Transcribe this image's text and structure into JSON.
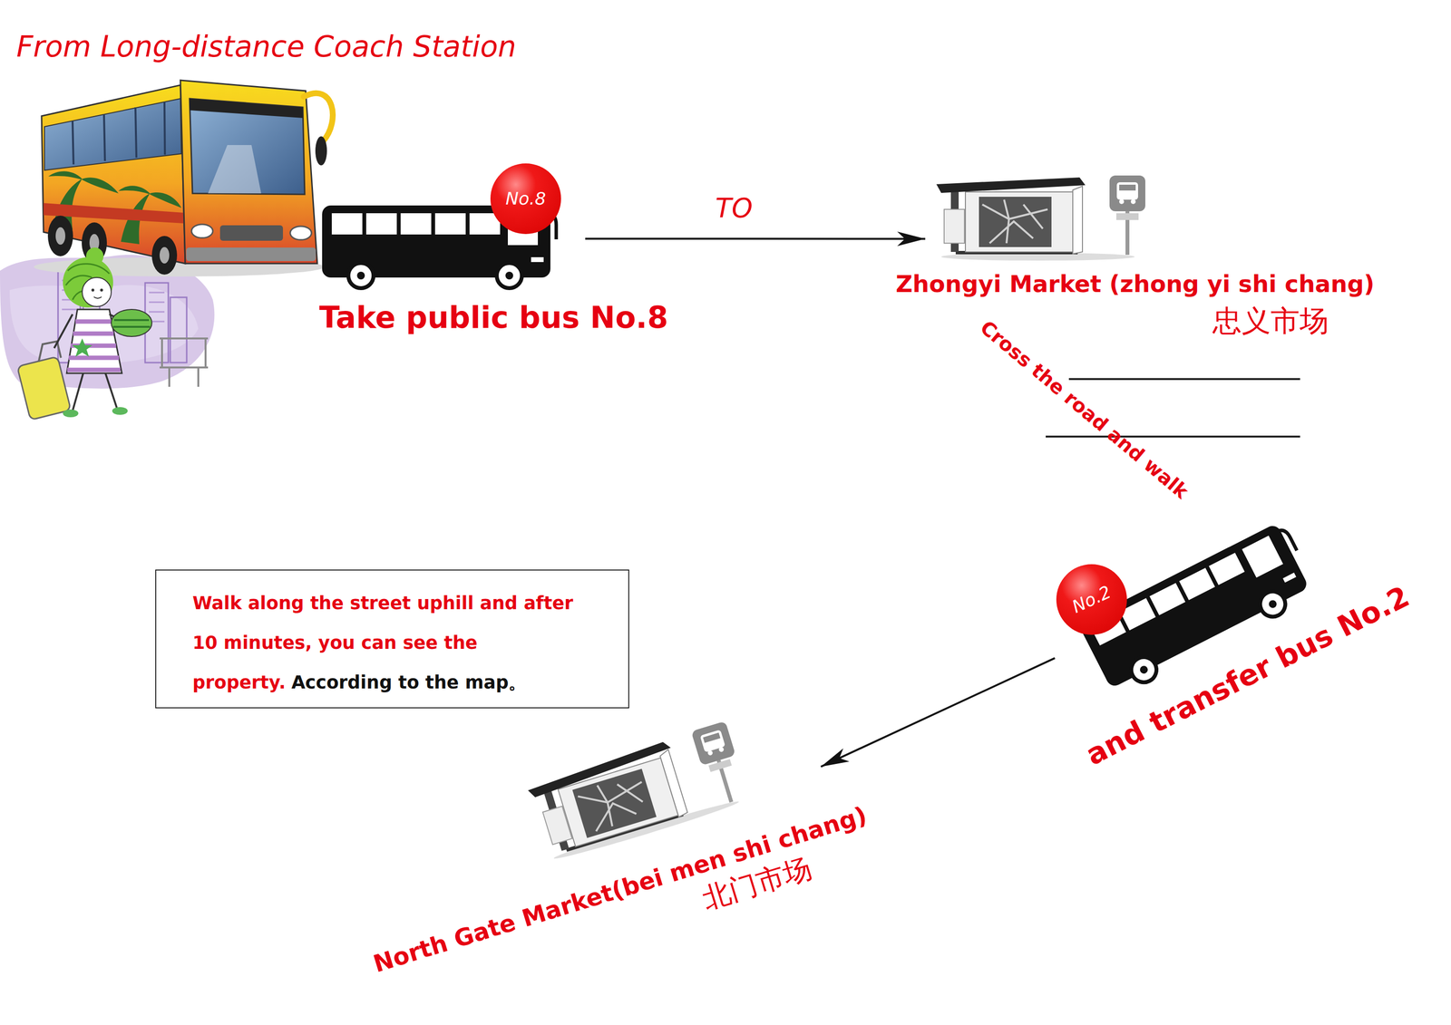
{
  "diagram": {
    "title": "From Long-distance Coach Station",
    "nodes": [
      {
        "text": [
          "Take public bus No.8"
        ]
      },
      {
        "text": [
          "No.8"
        ],
        "in": 0
      },
      {
        "text": [
          "Zhongyi Market (zhong yi shi chang)",
          "忠义市场"
        ]
      },
      {
        "text": [
          "and transfer bus No.2"
        ]
      },
      {
        "text": [
          "No.2"
        ],
        "in": 3
      },
      {
        "text": [
          "North Gate Market(bei men shi chang)",
          "北门市场"
        ]
      },
      {
        "text": [
          "Walk along the street uphill and after 10 minutes, you can see the property.",
          "According to the map。"
        ]
      }
    ],
    "edges": [
      {
        "from": 0,
        "to": 2,
        "arrow": "to",
        "label": "TO"
      },
      {
        "from": 3,
        "to": 5,
        "arrow": "to"
      }
    ],
    "labels": [
      "Cross the road and walk"
    ]
  }
}
